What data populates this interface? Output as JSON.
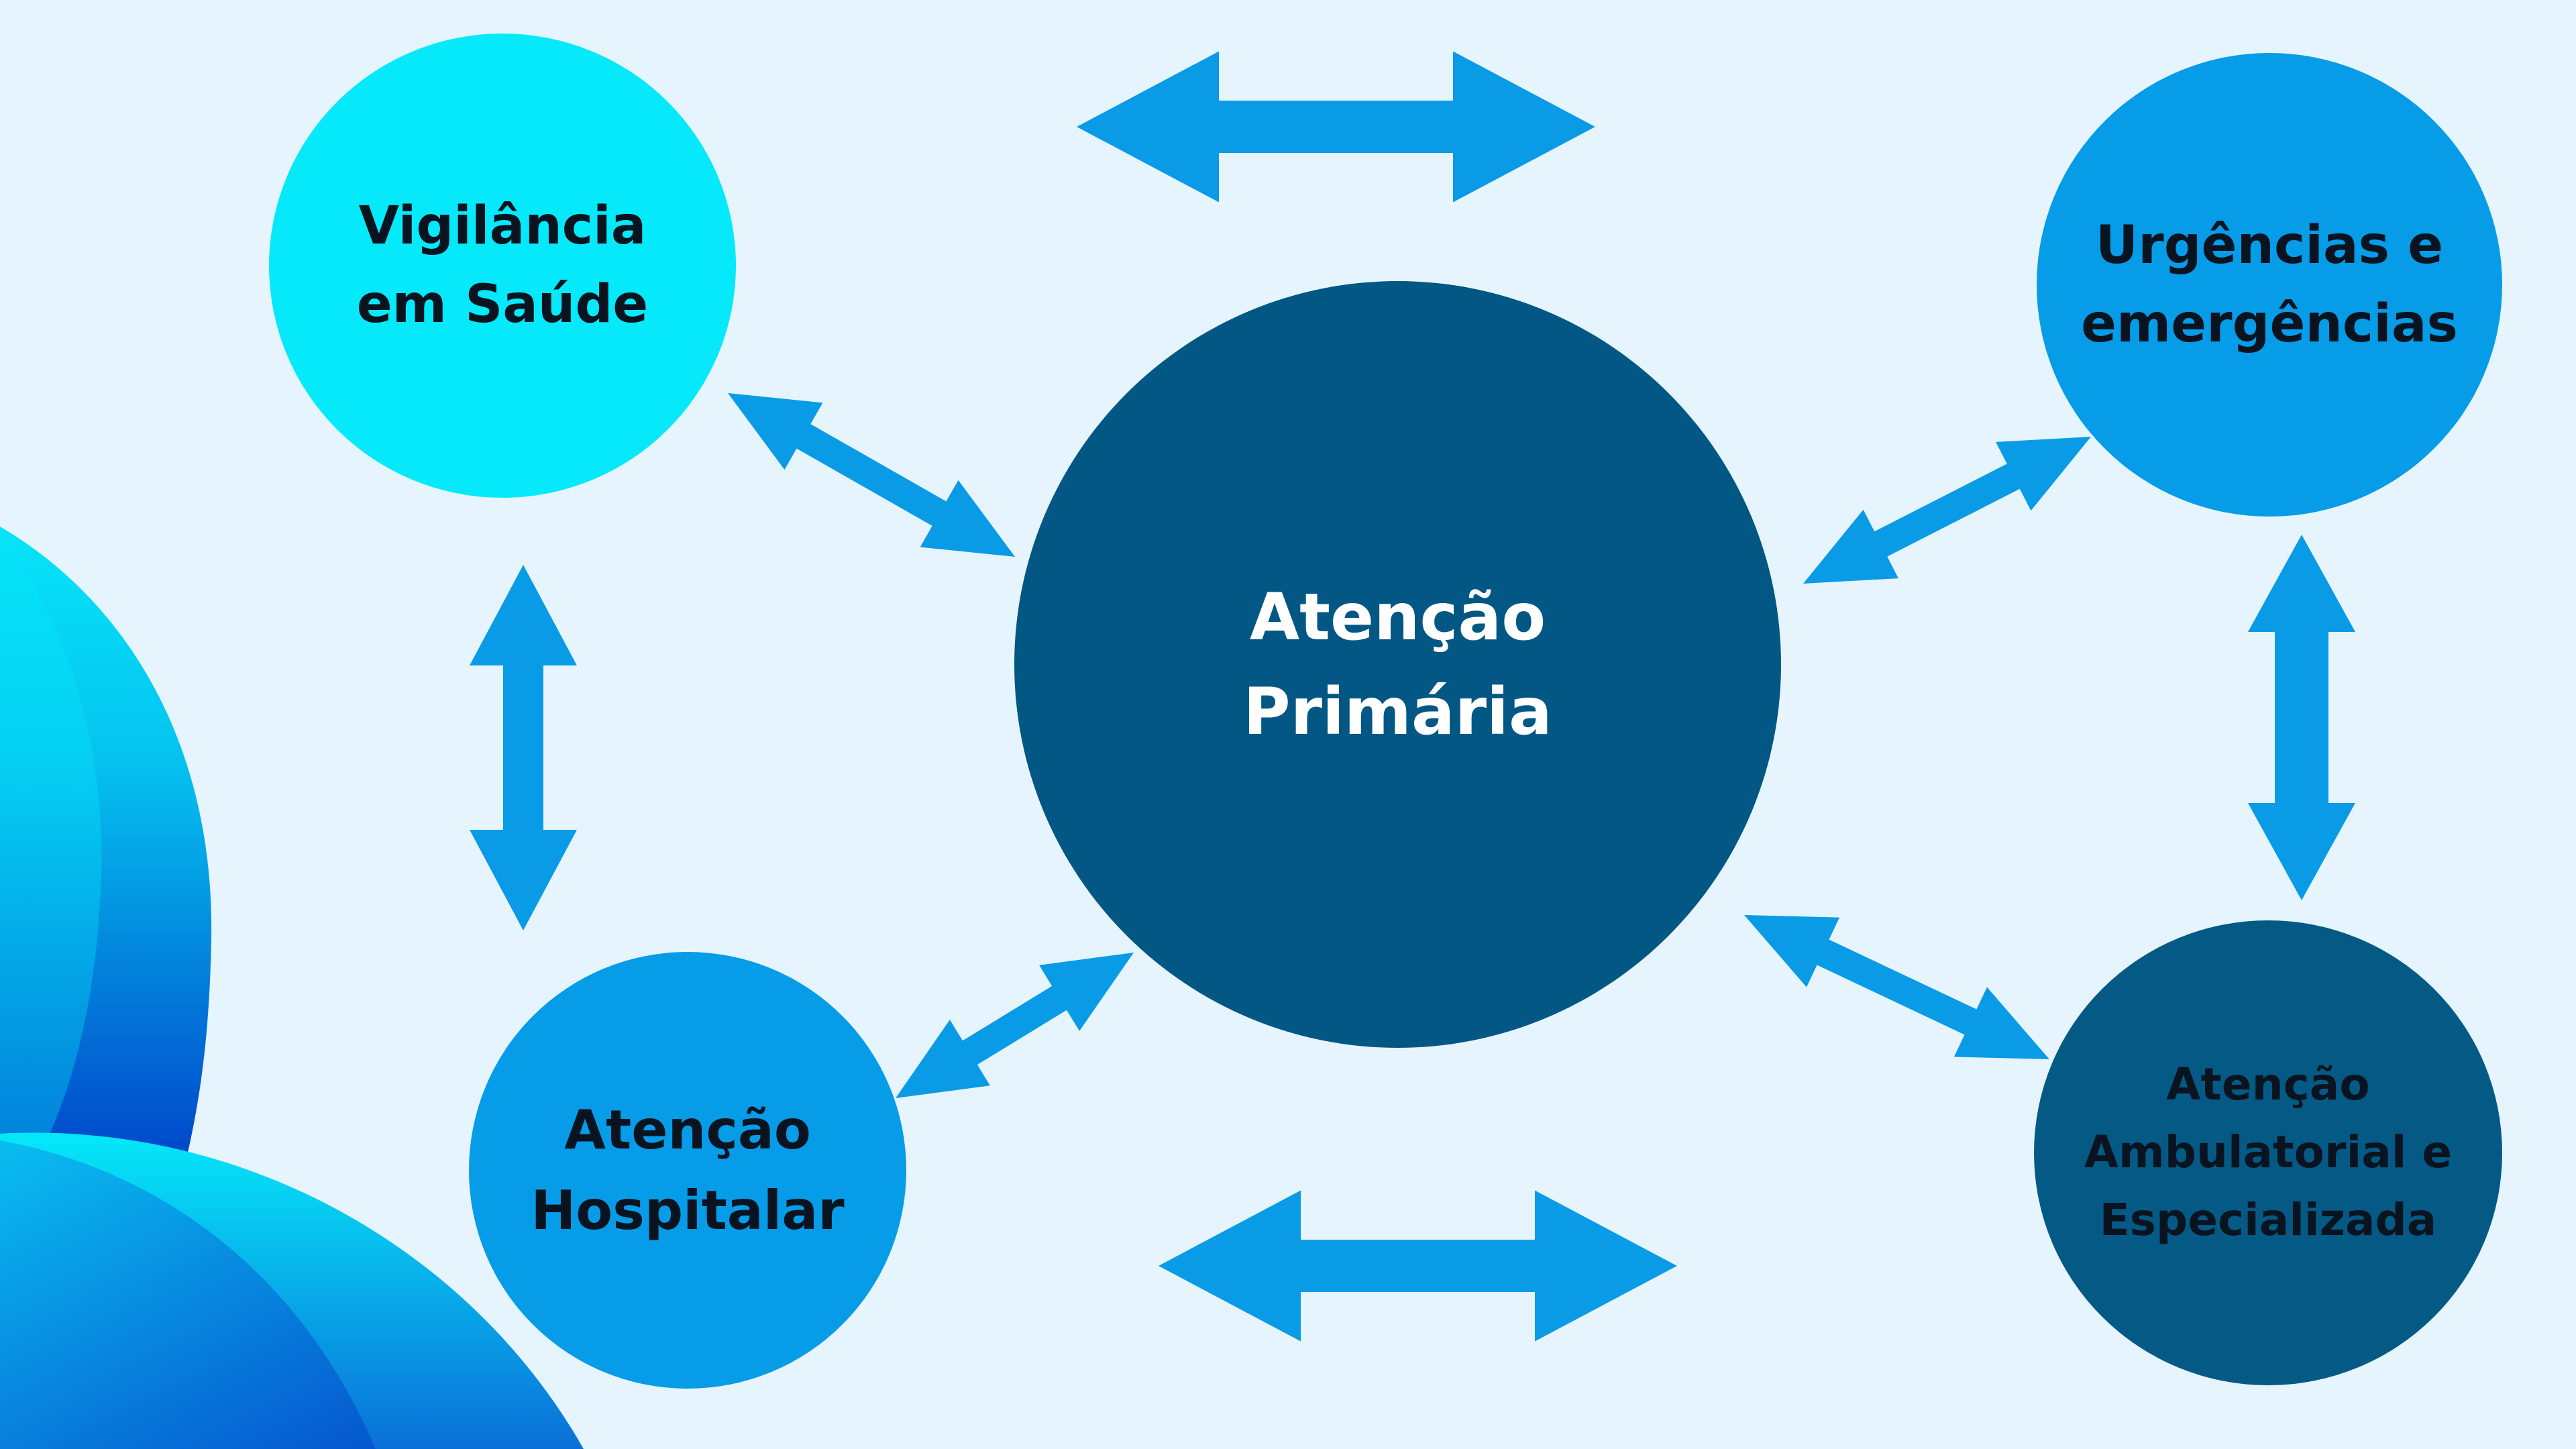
{
  "colors": {
    "background": "#e6f5fd",
    "arrow": "#0a9be6",
    "center": "#035784",
    "vigilancia": "#05e9fa",
    "urgencias": "#069ce8",
    "hospitalar": "#069ce8",
    "ambulatorial": "#045a85",
    "dark_text": "#0a1420",
    "light_text": "#ffffff"
  },
  "nodes": {
    "center": {
      "line1": "Atenção",
      "line2": "Primária"
    },
    "vigilancia": {
      "line1": "Vigilância",
      "line2": "em Saúde"
    },
    "urgencias": {
      "line1": "Urgências e",
      "line2": "emergências"
    },
    "hospitalar": {
      "line1": "Atenção",
      "line2": "Hospitalar"
    },
    "ambulatorial": {
      "line1": "Atenção",
      "line2": "Ambulatorial e",
      "line3": "Especializada"
    }
  }
}
